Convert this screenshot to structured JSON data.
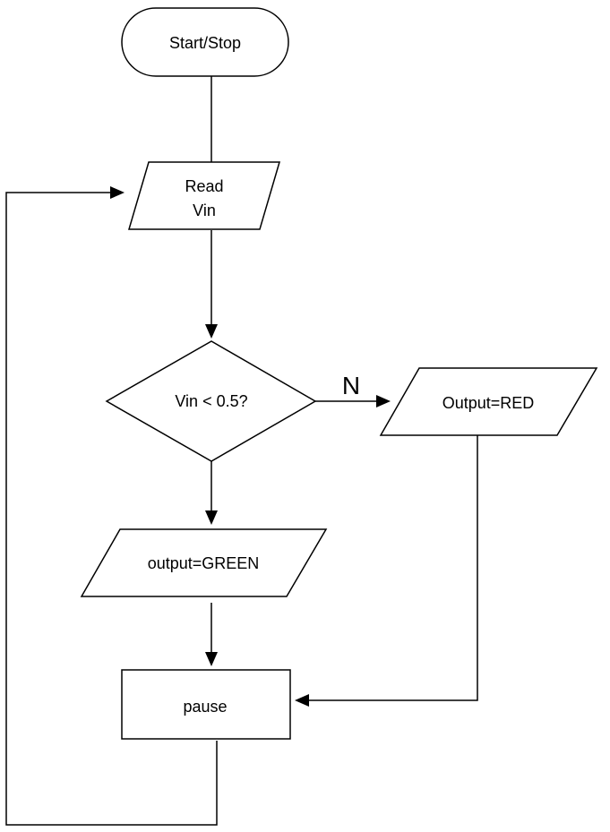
{
  "nodes": {
    "start_stop": {
      "line1": "Start/Stop"
    },
    "read_vin": {
      "line1": "Read",
      "line2": "Vin"
    },
    "decision": {
      "line1": "Vin < 0.5?"
    },
    "output_red": {
      "line1": "Output=RED"
    },
    "output_green": {
      "line1": "output=GREEN"
    },
    "pause": {
      "line1": "pause"
    }
  },
  "edges": {
    "decision_no_label": "N"
  },
  "colors": {
    "stroke": "#000000",
    "fill": "#ffffff",
    "background": "#ffffff"
  }
}
